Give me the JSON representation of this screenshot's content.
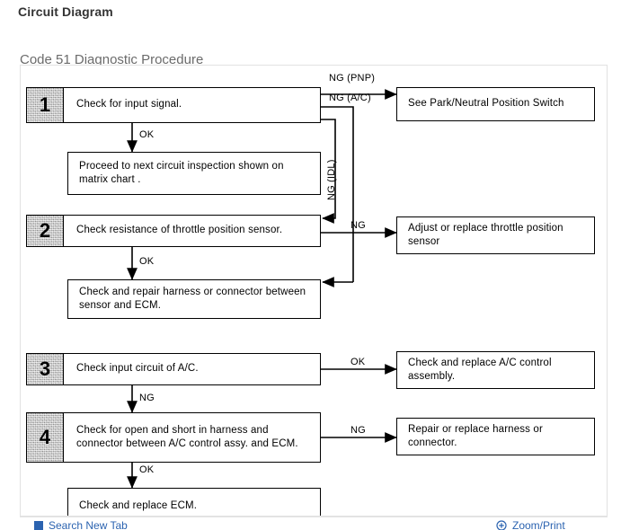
{
  "page": {
    "title": "Circuit Diagram",
    "subtitle": "Code 51 Diagnostic Procedure"
  },
  "flowchart": {
    "steps": [
      {
        "number": "1",
        "text": "Check for input signal."
      },
      {
        "number": "2",
        "text": "Check resistance of throttle position sensor."
      },
      {
        "number": "3",
        "text": "Check input circuit of A/C."
      },
      {
        "number": "4",
        "text": "Check for open and short in harness and connector between A/C control assy. and ECM."
      }
    ],
    "result_boxes": [
      {
        "text": "Proceed to next circuit inspection shown on matrix chart ."
      },
      {
        "text": "Check and repair harness or connector between sensor and ECM."
      },
      {
        "text": "Check and replace ECM."
      },
      {
        "text": "See Park/Neutral Position Switch"
      },
      {
        "text": "Adjust or replace throttle position sensor"
      },
      {
        "text": "Check and replace A/C control assembly."
      },
      {
        "text": "Repair or replace harness or connector."
      }
    ],
    "edge_labels": {
      "ng_pnp": "NG (PNP)",
      "ng_ac": "NG (A/C)",
      "ng_idl": "NG (IDL)",
      "ok_1": "OK",
      "ng_2": "NG",
      "ok_2": "OK",
      "ok_3": "OK",
      "ng_3": "NG",
      "ng_4": "NG",
      "ok_4": "OK"
    }
  },
  "bottom_bar": {
    "left_label": "Search New Tab",
    "right_label": "Zoom/Print",
    "link_color": "#2b63b0"
  }
}
